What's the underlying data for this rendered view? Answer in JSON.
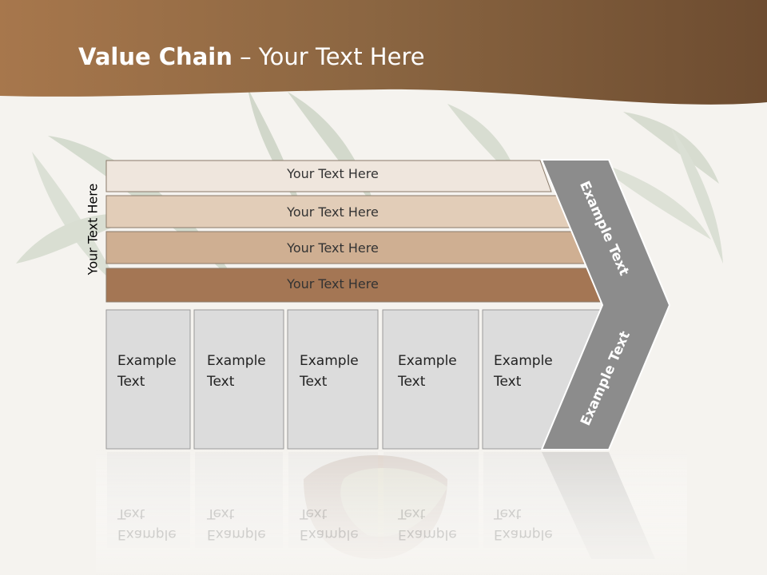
{
  "title": {
    "bold": "Value Chain",
    "rest": " – Your Text Here"
  },
  "side_label": "Your Text Here",
  "bars": [
    {
      "label": "Your Text Here",
      "color": "#efe6dd"
    },
    {
      "label": "Your Text Here",
      "color": "#e2cdb8"
    },
    {
      "label": "Your Text Here",
      "color": "#cfaf92"
    },
    {
      "label": "Your Text Here",
      "color": "#a47654"
    }
  ],
  "columns": [
    {
      "line1": "Example",
      "line2": "Text"
    },
    {
      "line1": "Example",
      "line2": "Text"
    },
    {
      "line1": "Example",
      "line2": "Text"
    },
    {
      "line1": "Example",
      "line2": "Text"
    },
    {
      "line1": "Example",
      "line2": "Text"
    }
  ],
  "chevron": {
    "upper": "Example Text",
    "lower": "Example Text",
    "color": "#8c8c8c"
  },
  "colors": {
    "header": "#8a6440",
    "box_fill": "#dcdcdc",
    "box_border": "#9a9a9a"
  }
}
